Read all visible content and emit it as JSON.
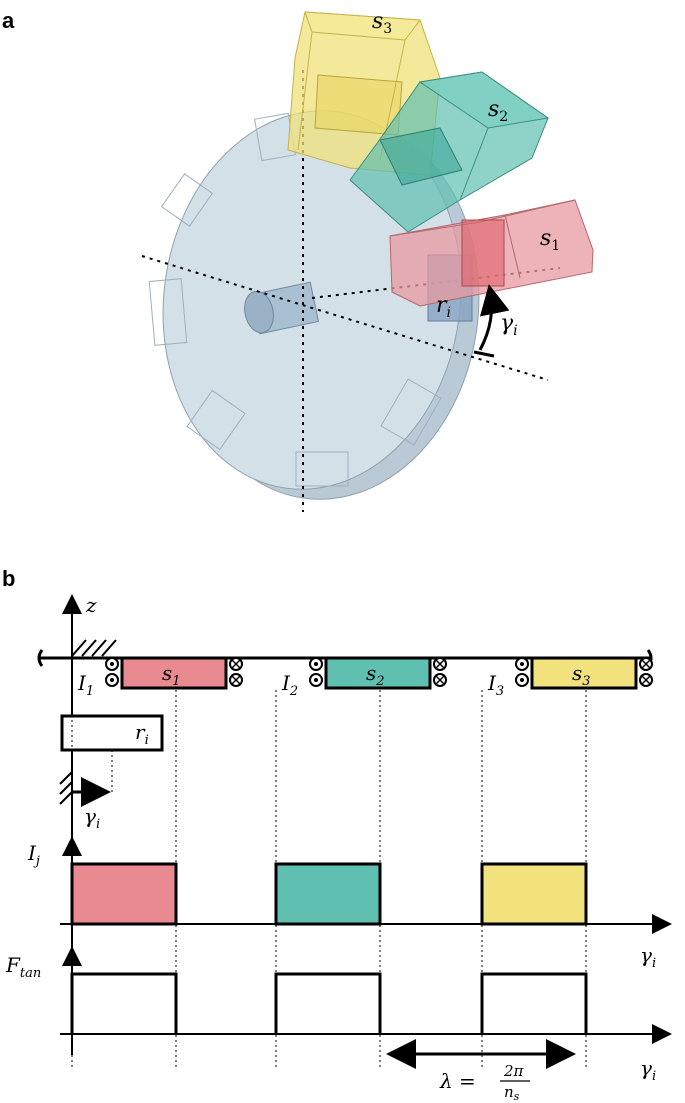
{
  "panels": {
    "a": {
      "label": "a",
      "stator_labels": [
        {
          "base": "s",
          "sub": "3"
        },
        {
          "base": "s",
          "sub": "2"
        },
        {
          "base": "s",
          "sub": "1"
        }
      ],
      "rotor_label": {
        "base": "r",
        "sub": "i"
      },
      "angle_label": {
        "base": "γ",
        "sub": "i"
      },
      "colors": {
        "disk": "#cfdde6",
        "stator1": "#e89aa0",
        "stator2": "#5fbfb0",
        "stator3": "#f0e27a",
        "rotor_magnet": "#8aa6c4"
      }
    },
    "b": {
      "label": "b",
      "axis_z": "z",
      "stators": [
        {
          "base": "s",
          "sub": "1",
          "current": {
            "base": "I",
            "sub": "1"
          },
          "color": "#e88a90"
        },
        {
          "base": "s",
          "sub": "2",
          "current": {
            "base": "I",
            "sub": "2"
          },
          "color": "#5fbfb0"
        },
        {
          "base": "s",
          "sub": "3",
          "current": {
            "base": "I",
            "sub": "3"
          },
          "color": "#f2e27e"
        }
      ],
      "rotor_label": {
        "base": "r",
        "sub": "i"
      },
      "gamma_label": {
        "base": "γ",
        "sub": "i"
      },
      "current_plot_label": {
        "base": "I",
        "sub": "j"
      },
      "force_plot_label": {
        "base": "F",
        "sub": "tan"
      },
      "x_axis_label": {
        "base": "γ",
        "sub": "i"
      },
      "wavelength": {
        "lhs": "λ =",
        "num": "2π",
        "den_base": "n",
        "den_sub": "s"
      }
    }
  }
}
